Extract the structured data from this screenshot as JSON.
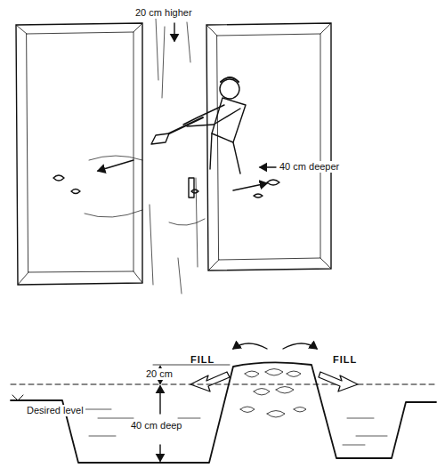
{
  "diagram": {
    "labels": [
      "20 cm higher",
      "40 cm deeper",
      "20 cm",
      "40 cm deep",
      "Desired level",
      "FILL",
      "FILL"
    ]
  }
}
